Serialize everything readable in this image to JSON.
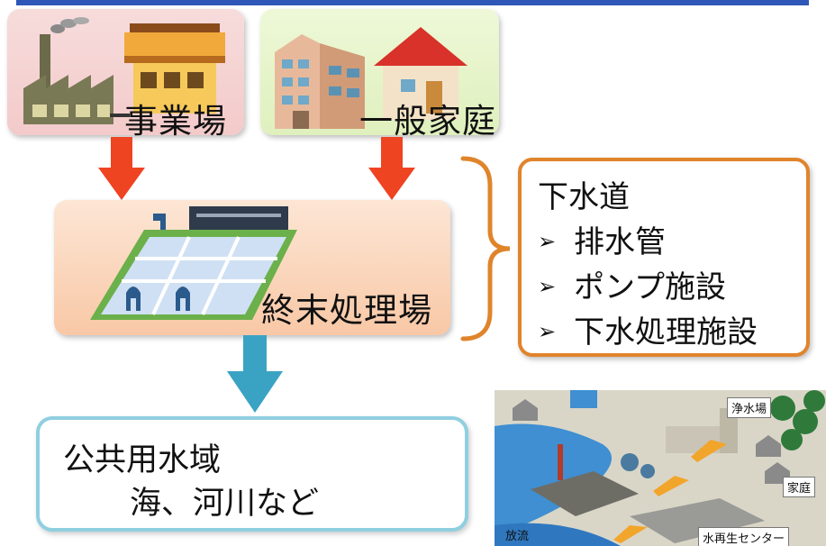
{
  "sources": {
    "business": {
      "label": "事業場"
    },
    "household": {
      "label": "一般家庭"
    }
  },
  "plant": {
    "label": "終末処理場"
  },
  "sewer": {
    "title": "下水道",
    "items": [
      "排水管",
      "ポンプ施設",
      "下水処理施設"
    ]
  },
  "water_body": {
    "line1": "公共用水域",
    "line2": "海、河川など"
  },
  "map": {
    "labels": {
      "purification_plant": "浄水場",
      "household": "家庭",
      "discharge": "放流",
      "reclamation_center": "水再生センター"
    }
  },
  "colors": {
    "top_bar": "#2e57b8",
    "arrow_red": "#ee4422",
    "arrow_blue": "#3aa3c4",
    "bracket": "#e0842b",
    "sewer_border": "#e0842b",
    "water_border": "#8fcfe0"
  }
}
